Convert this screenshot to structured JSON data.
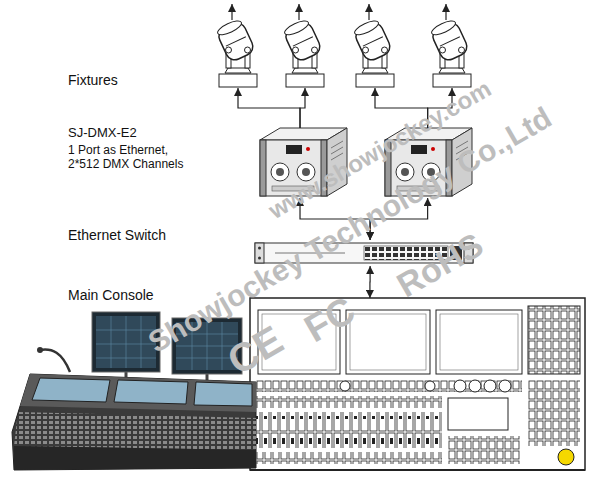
{
  "diagram": {
    "nodes": [
      {
        "text": []
      },
      {
        "text": []
      },
      {
        "text": []
      },
      {
        "text": []
      },
      {
        "text": []
      },
      {
        "text": []
      },
      {
        "text": []
      },
      {
        "text": []
      }
    ],
    "edges": [
      {
        "from": 4,
        "to": 0,
        "arrow": "to"
      },
      {
        "from": 4,
        "to": 1,
        "arrow": "to"
      },
      {
        "from": 5,
        "to": 2,
        "arrow": "to"
      },
      {
        "from": 5,
        "to": 3,
        "arrow": "to"
      },
      {
        "from": 4,
        "to": 6,
        "arrow": "both"
      },
      {
        "from": 5,
        "to": 6,
        "arrow": "both"
      },
      {
        "from": 6,
        "to": 7,
        "arrow": "both"
      }
    ],
    "labels": [
      "Fixtures",
      "SJ-DMX-E2",
      "1 Port as Ethernet, 2*512 DMX Channels",
      "Ethernet Switch",
      "Main Console",
      "Showjockey Technology Co.,Ltd",
      "www.showjockey.com",
      "CE",
      "FC",
      "RoHS"
    ]
  }
}
